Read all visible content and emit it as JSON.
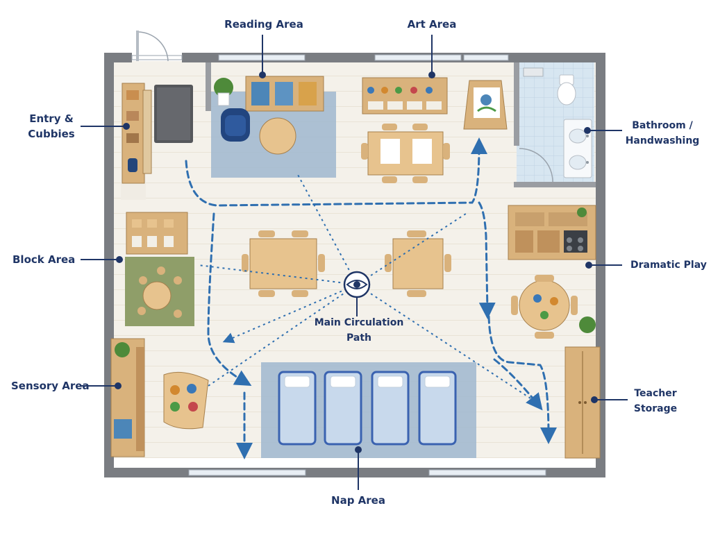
{
  "labels": {
    "reading_area": "Reading Area",
    "art_area": "Art Area",
    "entry_cubbies_line1": "Entry &",
    "entry_cubbies_line2": "Cubbies",
    "bathroom_line1": "Bathroom /",
    "bathroom_line2": "Handwashing",
    "block_area": "Block Area",
    "dramatic_play": "Dramatic Play",
    "circulation_line1": "Main Circulation",
    "circulation_line2": "Path",
    "sensory_area": "Sensory Area",
    "teacher_storage_line1": "Teacher",
    "teacher_storage_line2": "Storage",
    "nap_area": "Nap Area"
  },
  "icons": {
    "viewpoint": "eye-icon"
  },
  "colors": {
    "label_text": "#1f3566",
    "leader_line": "#1f3566",
    "circulation": "#2f6fb0",
    "wall": "#7a7d82",
    "floor": "#f4f1ea",
    "wood": "#d9b27c",
    "rug_blue": "#9fb7cf",
    "rug_green": "#8f9e69",
    "bed_frame": "#3a62b0",
    "bed_mattress": "#c8d9ec"
  }
}
